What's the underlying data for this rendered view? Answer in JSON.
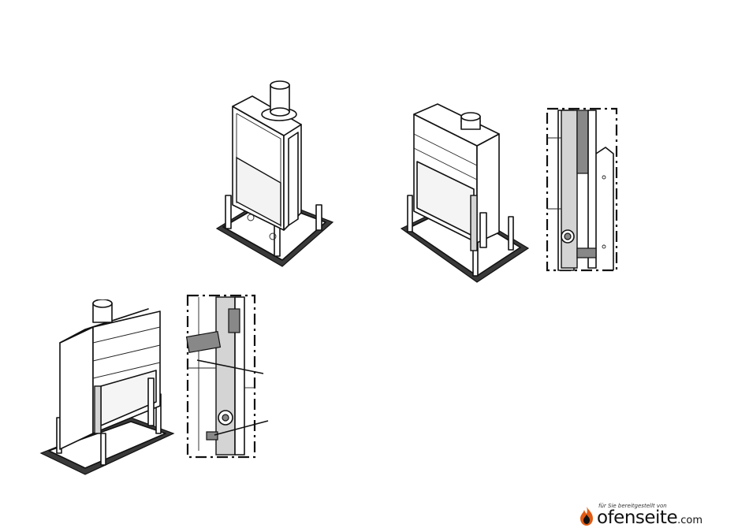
{
  "diagram": {
    "panels": [
      {
        "id": "stove-assembled",
        "kind": "isometric-view"
      },
      {
        "id": "stove-frame-side",
        "kind": "isometric-view"
      },
      {
        "id": "detail-frame-top",
        "kind": "detail-view"
      },
      {
        "id": "stove-frame-open",
        "kind": "isometric-view"
      },
      {
        "id": "detail-frame-callouts",
        "kind": "detail-view",
        "callout_count": 2
      }
    ],
    "colors": {
      "line": "#111111",
      "fill_gray": "#d4d4d4",
      "base": "#3a3a3a",
      "logo_orange": "#e05a12"
    }
  },
  "logo": {
    "tagline": "für Sie bereitgestellt von",
    "brand": "ofenseite",
    "tld": ".com",
    "icon": "flame-icon"
  }
}
